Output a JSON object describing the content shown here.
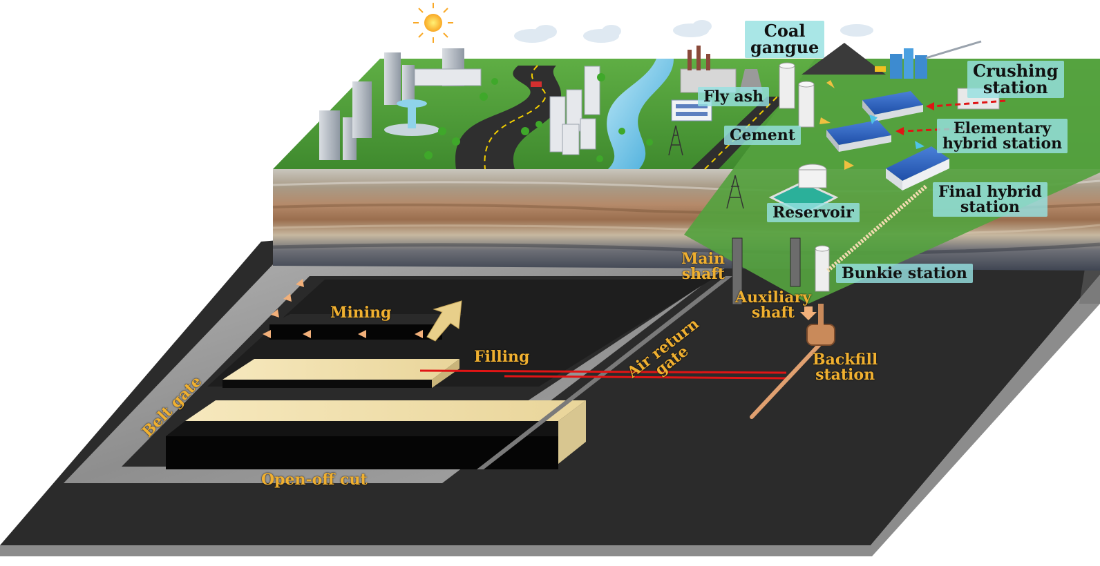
{
  "labels": {
    "coal_gangue": [
      "Coal",
      "gangue"
    ],
    "crushing_station": [
      "Crushing",
      "station"
    ],
    "fly_ash": "Fly ash",
    "cement": "Cement",
    "elementary_hybrid_station": [
      "Elementary",
      "hybrid station"
    ],
    "final_hybrid_station": [
      "Final hybrid",
      "station"
    ],
    "reservoir": "Reservoir",
    "bunkie_station": "Bunkie station",
    "main_shaft": [
      "Main",
      "shaft"
    ],
    "auxiliary_shaft": [
      "Auxiliary",
      "shaft"
    ],
    "mining": "Mining",
    "filling": "Filling",
    "air_return_gate": [
      "Air return",
      "gate"
    ],
    "backfill_station": [
      "Backfill",
      "station"
    ],
    "belt_gate": "Belt gate",
    "open_off_cut": "Open-off cut"
  },
  "colors": {
    "grass": "#4f9a3a",
    "coal_seam": "#1c1c1c",
    "label_box": "#96e1e1",
    "underground_label": "#f0b030",
    "filling_pipe": "#e01515",
    "backfill": "#f2e2b0",
    "flow_arrow": "#f0c040",
    "pipe": "#e0a070"
  }
}
